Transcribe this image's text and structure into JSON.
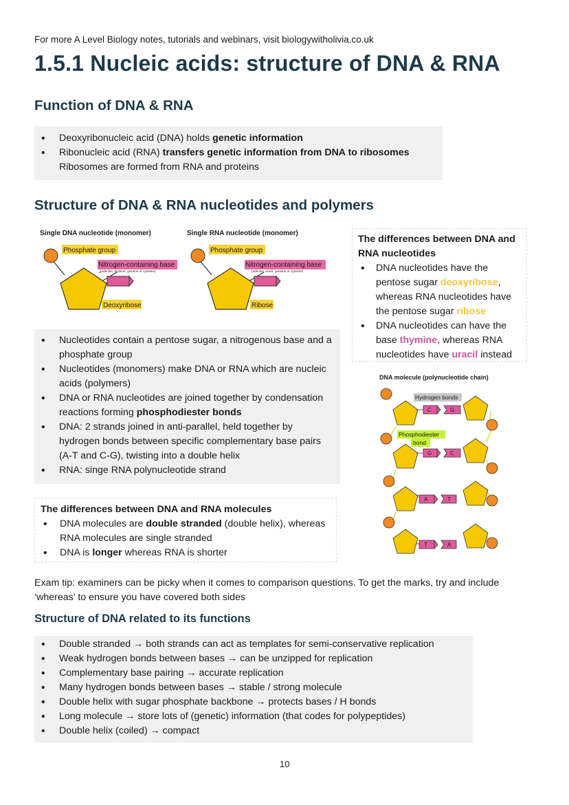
{
  "header": {
    "top_line": "For more A Level Biology notes, tutorials and webinars, visit biologywitholivia.co.uk",
    "title": "1.5.1 Nucleic acids: structure of DNA & RNA"
  },
  "function_section": {
    "heading": "Function of DNA & RNA",
    "items": [
      {
        "pre": "Deoxyribonucleic acid (DNA) holds ",
        "bold": "genetic information"
      },
      {
        "pre": "Ribonucleic acid (RNA) ",
        "bold": "transfers genetic information from DNA to ribosomes"
      }
    ],
    "note": "Ribosomes are formed from RNA and proteins"
  },
  "structure_section": {
    "heading": "Structure of DNA & RNA nucleotides and polymers",
    "dna_nucleotide": {
      "title": "Single DNA nucleotide (monomer)",
      "phosphate": "Phosphate group",
      "base": "Nitrogen-containing base",
      "base_sub": "(adenine, thymine, guanine or cytosine)",
      "sugar": "Deoxyribose"
    },
    "rna_nucleotide": {
      "title": "Single RNA nucleotide (monomer)",
      "phosphate": "Phosphate group",
      "base": "Nitrogen-containing base",
      "base_sub": "(adenine, uracil, guanine or cytosine)",
      "sugar": "Ribose"
    },
    "nucleotide_differences": {
      "title": "The differences between DNA and RNA nucleotides",
      "item1_a": "DNA nucleotides have the pentose sugar ",
      "item1_hl1": "deoxyribose",
      "item1_b": ", whereas RNA nucleotides have the pentose sugar ",
      "item1_hl2": "ribose",
      "item2_a": "DNA nucleotides can have the base ",
      "item2_hl1": "thymine",
      "item2_b": ", whereas RNA nucleotides have ",
      "item2_hl2": "uracil",
      "item2_c": " instead"
    },
    "points": [
      {
        "text": "Nucleotides contain a pentose sugar, a nitrogenous base and a phosphate group"
      },
      {
        "text": "Nucleotides (monomers) make DNA or RNA which are nucleic acids (polymers)"
      },
      {
        "pre": "DNA or RNA nucleotides are joined together by condensation reactions forming ",
        "bold": "phosphodiester bonds"
      },
      {
        "text": "DNA: 2 strands joined in anti-parallel, held together by hydrogen bonds between specific complementary base pairs (A-T and C-G), twisting into a double helix"
      },
      {
        "text": "RNA: singe RNA polynucleotide strand"
      }
    ],
    "dna_molecule": {
      "title": "DNA molecule (polynucleotide chain)",
      "hydrogen_label": "Hydrogen bonds",
      "phosphodiester_label_1": "Phosphodiester",
      "phosphodiester_label_2": "bond",
      "pairs": [
        {
          "left": "C",
          "right": "G"
        },
        {
          "left": "G",
          "right": "C"
        },
        {
          "left": "A",
          "right": "T"
        },
        {
          "left": "T",
          "right": "A"
        }
      ]
    },
    "molecule_differences": {
      "title": "The differences between DNA and RNA molecules",
      "item1_pre": "DNA molecules are ",
      "item1_bold": "double stranded",
      "item1_post": " (double helix), whereas RNA molecules are single stranded",
      "item2_pre": "DNA is ",
      "item2_bold": "longer",
      "item2_post": " whereas RNA is shorter"
    },
    "exam_tip": "Exam tip: examiners can be picky when it comes to comparison questions. To get the marks, try and include ‘whereas’ to ensure you have covered both sides"
  },
  "related_section": {
    "heading": "Structure of DNA related to its functions",
    "items": [
      "Double stranded → both strands can act as templates for semi-conservative replication",
      "Weak hydrogen bonds between bases → can be unzipped for replication",
      "Complementary base pairing → accurate replication",
      "Many hydrogen bonds between bases → stable / strong molecule",
      "Double helix with sugar phosphate backbone → protects bases / H bonds",
      "Long molecule → store lots of (genetic) information (that codes for polypeptides)",
      "Double helix (coiled) → compact"
    ]
  },
  "footer": {
    "page_number": "10"
  },
  "colors": {
    "heading": "#1e3a4a",
    "sugar_yellow": "#f5c800",
    "phosphate_orange": "#f08a24",
    "base_pink": "#e05a9a",
    "label_yellow": "#f7d23a",
    "label_pink": "#e56aa6",
    "label_green": "#c6f13a",
    "label_grey": "#c8c8c8",
    "box_grey": "#f0f0f0",
    "highlight_yellow": "#f5c542",
    "highlight_pink": "#c4569a"
  }
}
